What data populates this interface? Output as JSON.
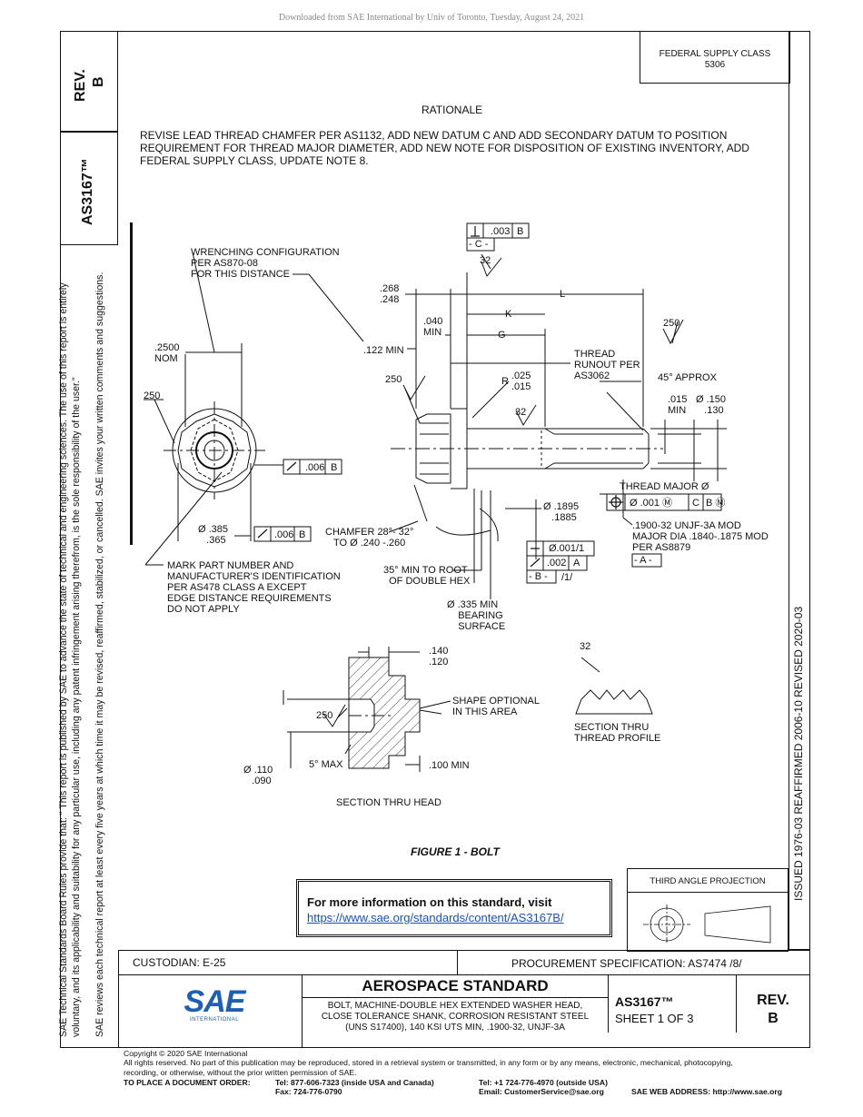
{
  "download_notice": "Downloaded from SAE International by Univ of Toronto, Tuesday, August 24, 2021",
  "side": {
    "rev_label": "REV.",
    "rev_value": "B",
    "doc_number": "AS3167™",
    "policy_line1": "SAE Technical Standards Board Rules provide that: \"  This report is published by SAE to advance the state of technical and engineering sciences. The use of this report is entirely",
    "policy_line2": "voluntary, and its applicability and suitability for any particular use, including any patent infringement arising therefrom, is the sole responsibility of the user.\"",
    "policy_line3": "SAE reviews each technical report at least every five years at which time it may be revised, reaffirmed, stabilized, or cancelled. SAE invites your written comments and suggestions.",
    "history": "ISSUED 1976-03     REAFFIRMED 2006-10     REVISED 2020-03"
  },
  "header": {
    "fsc_label": "FEDERAL SUPPLY CLASS",
    "fsc_value": "5306",
    "rationale_title": "RATIONALE",
    "rationale_text": "REVISE LEAD THREAD CHAMFER PER AS1132, ADD NEW DATUM C AND ADD SECONDARY DATUM TO POSITION REQUIREMENT FOR THREAD MAJOR DIAMETER, ADD NEW NOTE FOR DISPOSITION OF EXISTING INVENTORY, ADD FEDERAL SUPPLY CLASS, UPDATE NOTE 8."
  },
  "drawing": {
    "wrenching": "WRENCHING CONFIGURATION\nPER AS870-08\nFOR THIS DISTANCE",
    "nom": ".2500\nNOM",
    "r250a": "250",
    "perp_tol": ".003",
    "perp_datum": "B",
    "datum_c": "- C -",
    "s32a": "32",
    "d268": ".268\n.248",
    "d040": ".040\nMIN",
    "L": "L",
    "K": "K",
    "G": "G",
    "r250b": "250",
    "d122": ".122 MIN",
    "thread_runout": "THREAD\nRUNOUT PER\nAS3062",
    "approx45": "45° APPROX",
    "r025": "R",
    "r025v": ".025\n.015",
    "r250c": "250",
    "s32b": "32",
    "min015": ".015\nMIN",
    "dia150": "Ø .150\n   .130",
    "runout_tol": ".006",
    "runout_datum": "B",
    "thread_major": "THREAD MAJOR Ø",
    "pos_tol": "Ø .001 Ⓜ",
    "pos_c": "C",
    "pos_b": "B Ⓜ",
    "dia385": "Ø .385\n   .365",
    "runout2_tol": ".006",
    "runout2_datum": "B",
    "chamfer": "CHAMFER 28°- 32°\n   TO Ø .240 -.260",
    "dia1895": "Ø .1895\n   .1885",
    "thread_spec": ".1900-32 UNJF-3A MOD\nMAJOR DIA .1840-.1875 MOD\nPER AS8879",
    "datum_a": "- A -",
    "flat_tol": "Ø.001/1",
    "runout3_tol": ".002",
    "runout3_datum": "A",
    "datum_b": "- B -",
    "note1": "/1/",
    "mark_part": "MARK PART NUMBER AND\nMANUFACTURER'S IDENTIFICATION\nPER AS478 CLASS A EXCEPT\nEDGE DISTANCE REQUIREMENTS\nDO NOT APPLY",
    "root35": "35° MIN TO ROOT\n  OF DOUBLE HEX",
    "bearing": "Ø .335 MIN\n    BEARING\n    SURFACE",
    "d140": ".140\n.120",
    "shape_opt": "SHAPE OPTIONAL\nIN THIS AREA",
    "r250d": "250",
    "max5": "5° MAX",
    "min100": ".100 MIN",
    "dia110": "Ø .110\n   .090",
    "sec_head": "SECTION THRU HEAD",
    "s32c": "32",
    "sec_thread": "SECTION THRU\nTHREAD PROFILE",
    "figure_caption": "FIGURE 1 - BOLT"
  },
  "info_box": {
    "title": "For more information on this standard, visit",
    "link": "https://www.sae.org/standards/content/AS3167B/"
  },
  "projection_label": "THIRD ANGLE PROJECTION",
  "title_block": {
    "custodian": "CUSTODIAN: E-25",
    "procurement": "PROCUREMENT SPECIFICATION: AS7474 /8/",
    "standard": "AEROSPACE STANDARD",
    "description": "BOLT, MACHINE-DOUBLE HEX EXTENDED WASHER HEAD,\nCLOSE TOLERANCE SHANK, CORROSION RESISTANT STEEL\n(UNS S17400), 140 KSI UTS MIN, .1900-32, UNJF-3A",
    "doc": "AS3167™",
    "sheet": "SHEET 1 OF 3",
    "rev_label": "REV.",
    "rev_value": "B",
    "logo_text": "SAE",
    "logo_sub": "INTERNATIONAL"
  },
  "footer": {
    "copyright": "Copyright © 2020 SAE International",
    "rights": "All rights reserved. No part of this publication may be reproduced, stored in a retrieval system or transmitted, in any form or by any means, electronic, mechanical, photocopying,",
    "rights2": "recording, or otherwise, without the prior written permission of SAE.",
    "order_label": "TO PLACE A DOCUMENT ORDER:",
    "tel_us": "Tel: 877-606-7323 (inside USA and Canada)",
    "fax": "Fax: 724-776-0790",
    "tel_out": "Tel: +1 724-776-4970 (outside USA)",
    "email": "Email: CustomerService@sae.org",
    "web": "SAE WEB ADDRESS: http://www.sae.org"
  },
  "colors": {
    "logo_blue": "#1d5fb4",
    "link": "#1a4fd1"
  }
}
